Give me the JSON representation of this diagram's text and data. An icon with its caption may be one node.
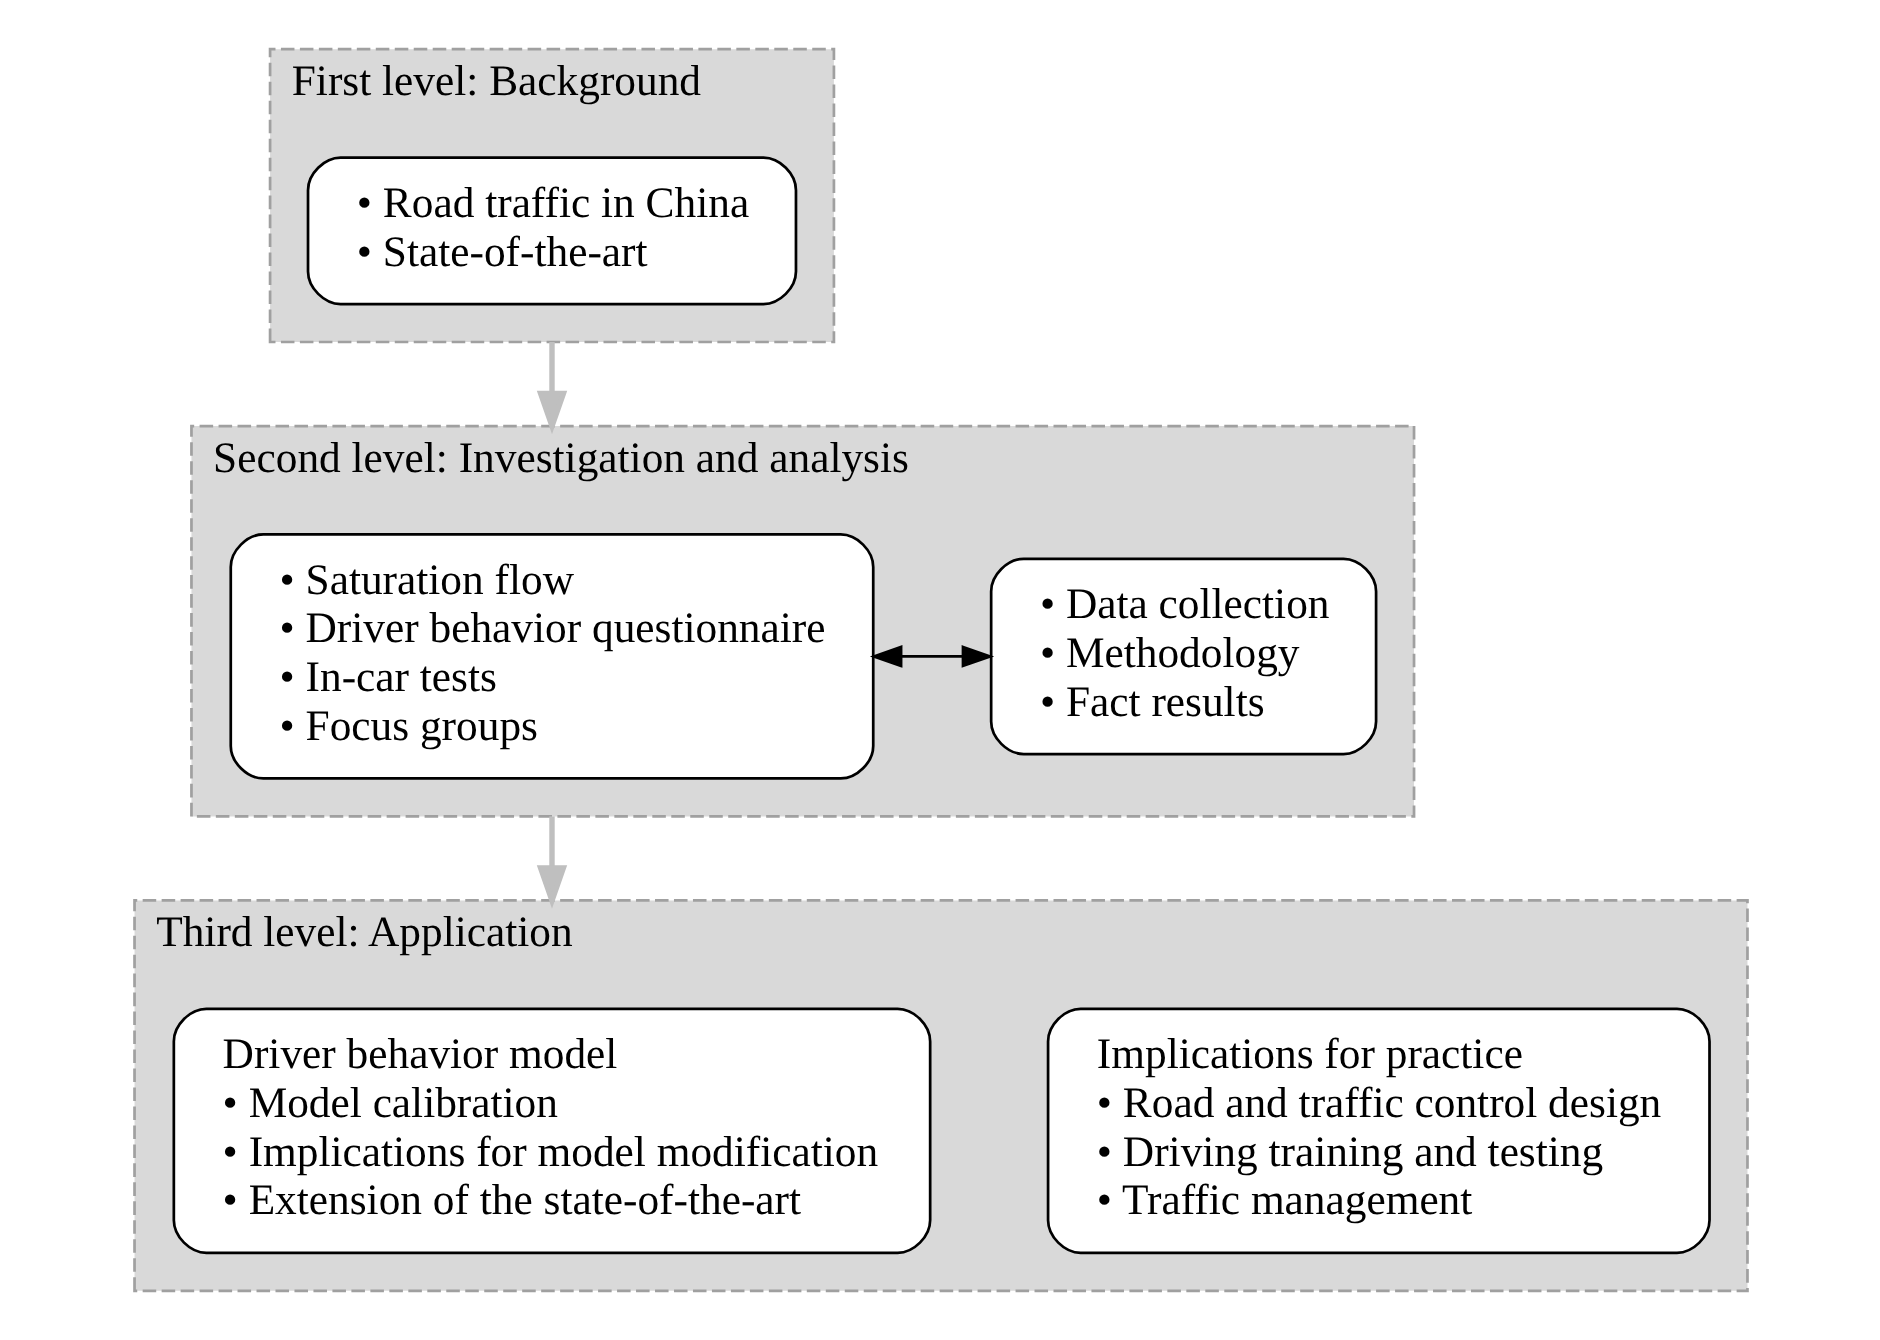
{
  "diagram": {
    "nodes": [
      {
        "text": [
          "First level: Background"
        ]
      },
      {
        "text": [
          "• Road traffic in China",
          "• State-of-the-art"
        ],
        "in": 0
      },
      {
        "text": [
          "Second level: Investigation and analysis"
        ]
      },
      {
        "text": [
          "• Saturation flow",
          "• Driver behavior questionnaire",
          "• In-car tests",
          "• Focus groups"
        ],
        "in": 2
      },
      {
        "text": [
          "• Data collection",
          "• Methodology",
          "• Fact results"
        ],
        "in": 2
      },
      {
        "text": [
          "Third level: Application"
        ]
      },
      {
        "text": [
          "Driver behavior model",
          "• Model calibration",
          "• Implications for model modification",
          "• Extension of the state-of-the-art"
        ],
        "in": 5
      },
      {
        "text": [
          "Implications for practice",
          "• Road and traffic control design",
          "• Driving training and testing",
          "• Traffic management"
        ],
        "in": 5
      }
    ],
    "edges": [
      {
        "from": 0,
        "to": 2,
        "arrow": "to"
      },
      {
        "from": 2,
        "to": 5,
        "arrow": "to"
      },
      {
        "from": 3,
        "to": 4,
        "arrow": "both",
        "color": "#000000"
      }
    ]
  }
}
